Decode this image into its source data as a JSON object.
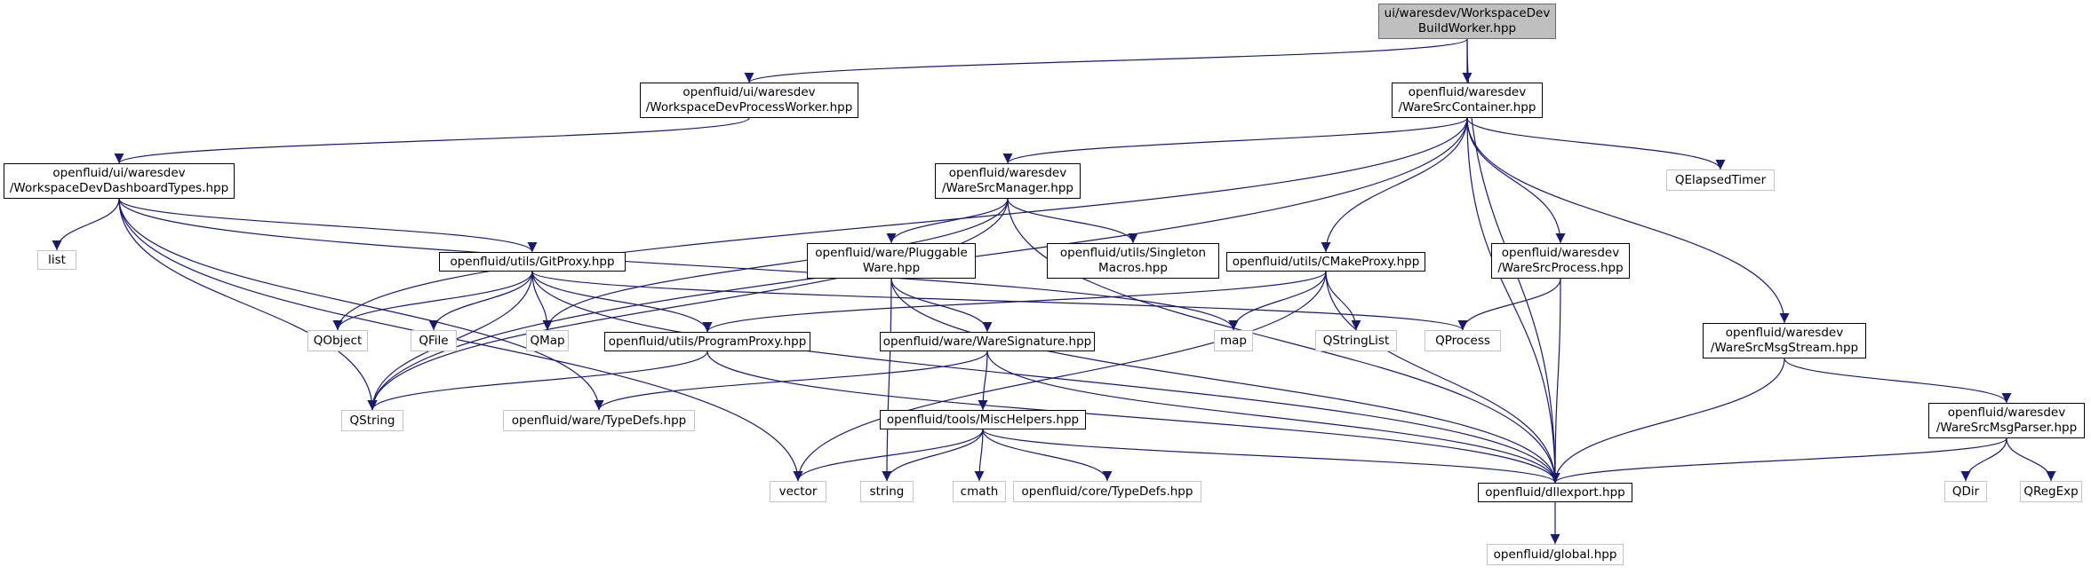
{
  "colors": {
    "edge": "#191970",
    "external_border": "#c4c4c4",
    "root_fill": "#bfbfbf",
    "node_border": "#000000"
  },
  "nodes": {
    "root": {
      "lines": [
        "ui/waresdev/WorkspaceDev",
        "BuildWorker.hpp"
      ]
    },
    "process_worker": {
      "lines": [
        "openfluid/ui/waresdev",
        "/WorkspaceDevProcessWorker.hpp"
      ]
    },
    "src_container": {
      "lines": [
        "openfluid/waresdev",
        "/WareSrcContainer.hpp"
      ]
    },
    "dashboard_types": {
      "lines": [
        "openfluid/ui/waresdev",
        "/WorkspaceDevDashboardTypes.hpp"
      ]
    },
    "src_manager": {
      "lines": [
        "openfluid/waresdev",
        "/WareSrcManager.hpp"
      ]
    },
    "list": {
      "lines": [
        "list"
      ]
    },
    "elapsed_timer": {
      "lines": [
        "QElapsedTimer"
      ]
    },
    "git_proxy": {
      "lines": [
        "openfluid/utils/GitProxy.hpp"
      ]
    },
    "pluggable_ware": {
      "lines": [
        "openfluid/ware/Pluggable",
        "Ware.hpp"
      ]
    },
    "singleton_macros": {
      "lines": [
        "openfluid/utils/Singleton",
        "Macros.hpp"
      ]
    },
    "cmake_proxy": {
      "lines": [
        "openfluid/utils/CMakeProxy.hpp"
      ]
    },
    "src_process": {
      "lines": [
        "openfluid/waresdev",
        "/WareSrcProcess.hpp"
      ]
    },
    "qobject": {
      "lines": [
        "QObject"
      ]
    },
    "qfile": {
      "lines": [
        "QFile"
      ]
    },
    "qmap": {
      "lines": [
        "QMap"
      ]
    },
    "program_proxy": {
      "lines": [
        "openfluid/utils/ProgramProxy.hpp"
      ]
    },
    "ware_signature": {
      "lines": [
        "openfluid/ware/WareSignature.hpp"
      ]
    },
    "map": {
      "lines": [
        "map"
      ]
    },
    "qstringlist": {
      "lines": [
        "QStringList"
      ]
    },
    "qprocess": {
      "lines": [
        "QProcess"
      ]
    },
    "msg_stream": {
      "lines": [
        "openfluid/waresdev",
        "/WareSrcMsgStream.hpp"
      ]
    },
    "qstring": {
      "lines": [
        "QString"
      ]
    },
    "ware_typedefs": {
      "lines": [
        "openfluid/ware/TypeDefs.hpp"
      ]
    },
    "misc_helpers": {
      "lines": [
        "openfluid/tools/MiscHelpers.hpp"
      ]
    },
    "msg_parser": {
      "lines": [
        "openfluid/waresdev",
        "/WareSrcMsgParser.hpp"
      ]
    },
    "vector": {
      "lines": [
        "vector"
      ]
    },
    "string": {
      "lines": [
        "string"
      ]
    },
    "cmath": {
      "lines": [
        "cmath"
      ]
    },
    "core_typedefs": {
      "lines": [
        "openfluid/core/TypeDefs.hpp"
      ]
    },
    "dllexport": {
      "lines": [
        "openfluid/dllexport.hpp"
      ]
    },
    "qdir": {
      "lines": [
        "QDir"
      ]
    },
    "qregexp": {
      "lines": [
        "QRegExp"
      ]
    },
    "global": {
      "lines": [
        "openfluid/global.hpp"
      ]
    }
  },
  "edges": [
    [
      "root",
      "process_worker"
    ],
    [
      "root",
      "src_container"
    ],
    [
      "root",
      "dllexport"
    ],
    [
      "process_worker",
      "dashboard_types"
    ],
    [
      "dashboard_types",
      "list"
    ],
    [
      "dashboard_types",
      "git_proxy"
    ],
    [
      "dashboard_types",
      "map"
    ],
    [
      "dashboard_types",
      "qstring"
    ],
    [
      "dashboard_types",
      "ware_typedefs"
    ],
    [
      "dashboard_types",
      "vector"
    ],
    [
      "src_container",
      "src_manager"
    ],
    [
      "src_container",
      "elapsed_timer"
    ],
    [
      "src_container",
      "cmake_proxy"
    ],
    [
      "src_container",
      "src_process"
    ],
    [
      "src_container",
      "msg_stream"
    ],
    [
      "src_container",
      "qobject"
    ],
    [
      "src_container",
      "qstring"
    ],
    [
      "src_container",
      "dllexport"
    ],
    [
      "src_manager",
      "pluggable_ware"
    ],
    [
      "src_manager",
      "singleton_macros"
    ],
    [
      "src_manager",
      "qmap"
    ],
    [
      "src_manager",
      "qstring"
    ],
    [
      "src_manager",
      "dllexport"
    ],
    [
      "git_proxy",
      "qobject"
    ],
    [
      "git_proxy",
      "qfile"
    ],
    [
      "git_proxy",
      "qmap"
    ],
    [
      "git_proxy",
      "program_proxy"
    ],
    [
      "git_proxy",
      "qstring"
    ],
    [
      "git_proxy",
      "qprocess"
    ],
    [
      "git_proxy",
      "dllexport"
    ],
    [
      "pluggable_ware",
      "ware_signature"
    ],
    [
      "pluggable_ware",
      "string"
    ],
    [
      "pluggable_ware",
      "dllexport"
    ],
    [
      "cmake_proxy",
      "program_proxy"
    ],
    [
      "cmake_proxy",
      "map"
    ],
    [
      "cmake_proxy",
      "qstringlist"
    ],
    [
      "cmake_proxy",
      "vector"
    ],
    [
      "cmake_proxy",
      "dllexport"
    ],
    [
      "src_process",
      "qprocess"
    ],
    [
      "src_process",
      "dllexport"
    ],
    [
      "program_proxy",
      "qstring"
    ],
    [
      "program_proxy",
      "dllexport"
    ],
    [
      "ware_signature",
      "misc_helpers"
    ],
    [
      "ware_signature",
      "ware_typedefs"
    ],
    [
      "ware_signature",
      "dllexport"
    ],
    [
      "msg_stream",
      "msg_parser"
    ],
    [
      "msg_stream",
      "dllexport"
    ],
    [
      "misc_helpers",
      "vector"
    ],
    [
      "misc_helpers",
      "string"
    ],
    [
      "misc_helpers",
      "cmath"
    ],
    [
      "misc_helpers",
      "core_typedefs"
    ],
    [
      "misc_helpers",
      "dllexport"
    ],
    [
      "msg_parser",
      "qdir"
    ],
    [
      "msg_parser",
      "qregexp"
    ],
    [
      "msg_parser",
      "dllexport"
    ],
    [
      "dllexport",
      "global"
    ]
  ]
}
